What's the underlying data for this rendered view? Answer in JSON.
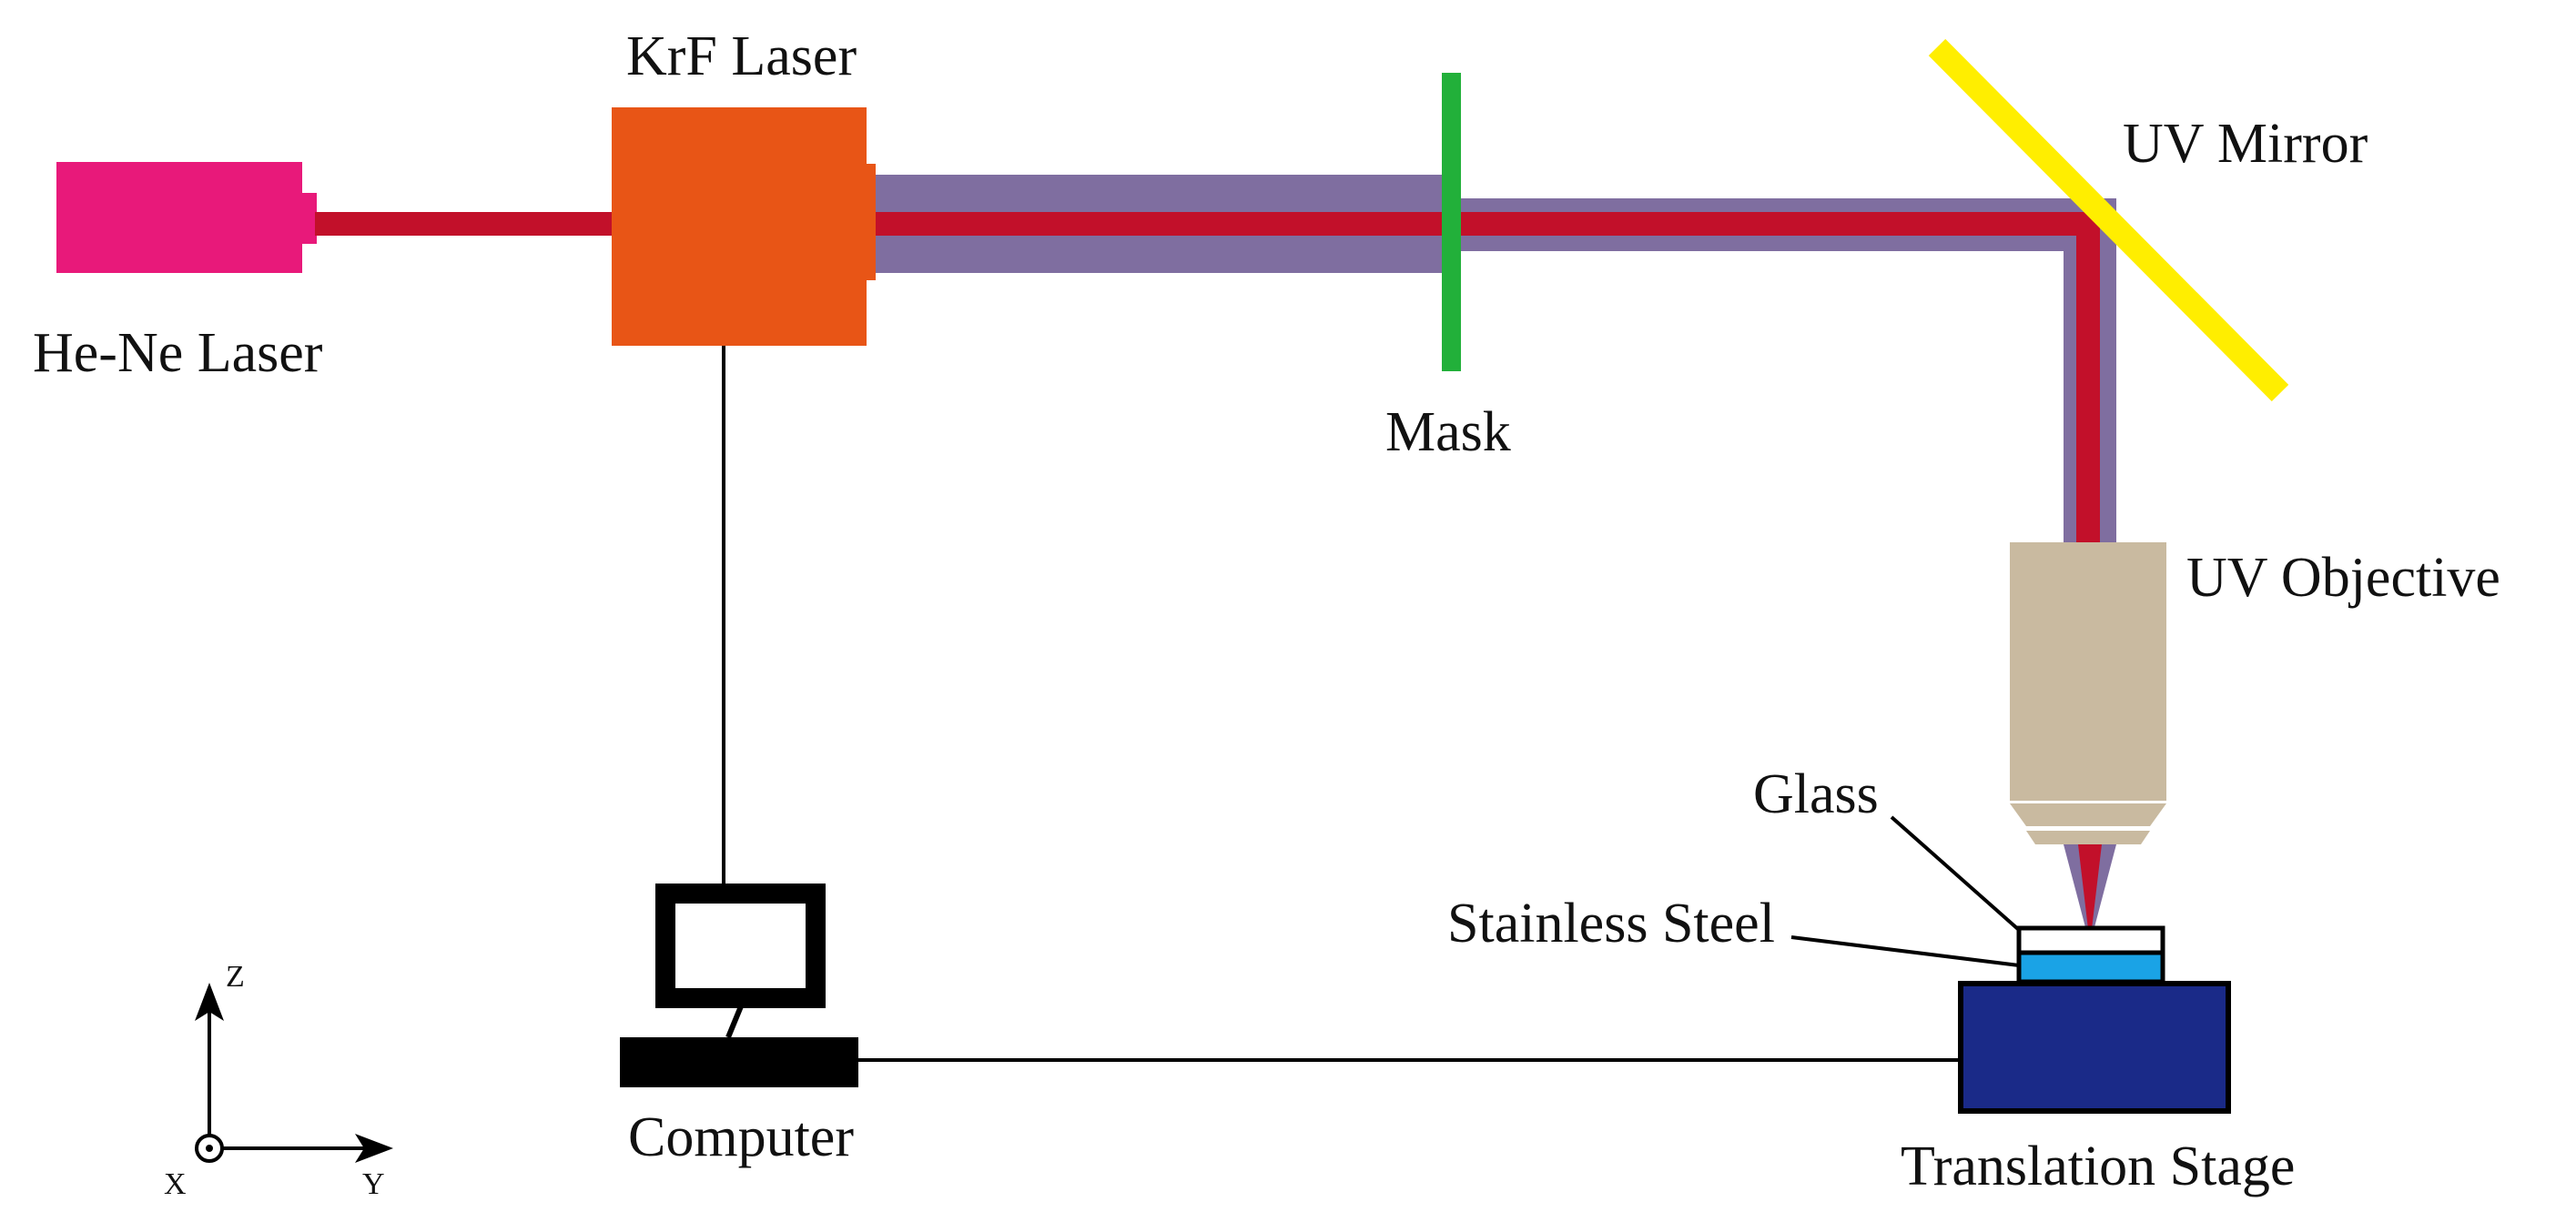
{
  "labels": {
    "he_ne_laser": "He-Ne Laser",
    "krf_laser": "KrF Laser",
    "mask": "Mask",
    "uv_mirror": "UV Mirror",
    "uv_objective": "UV Objective",
    "glass": "Glass",
    "stainless_steel": "Stainless Steel",
    "computer": "Computer",
    "translation_stage": "Translation Stage"
  },
  "axes": {
    "z": "Z",
    "y": "Y",
    "x": "X"
  },
  "colors": {
    "he_ne_laser": "#e8197a",
    "krf_laser": "#e85516",
    "red_beam": "#c2102a",
    "uv_beam": "#7f6ea0",
    "mask": "#22b03a",
    "uv_mirror": "#ffee00",
    "uv_objective": "#c9baa0",
    "stainless_steel": "#1aa3e6",
    "translation_stage": "#1a2a88",
    "line": "#000000"
  }
}
